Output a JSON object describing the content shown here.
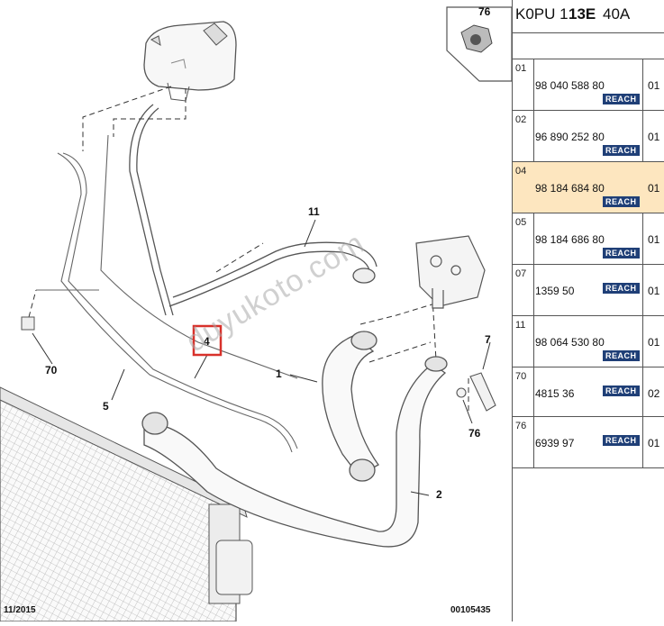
{
  "diagram": {
    "callouts": {
      "c1": "1",
      "c2": "2",
      "c4": "4",
      "c5": "5",
      "c7": "7",
      "c11": "11",
      "c70": "70",
      "c76": "76",
      "inset76": "76"
    },
    "date": "11/2015",
    "doc_number": "00105435",
    "watermark": "duyukoto.com"
  },
  "panel": {
    "header": {
      "code_a": "K0PU 1",
      "code_b": "13E",
      "code_c": "40A"
    },
    "rows": [
      {
        "idx": "01",
        "ref": "98 040 588 80",
        "qty": "01",
        "reach": "REACH"
      },
      {
        "idx": "02",
        "ref": "96 890 252 80",
        "qty": "01",
        "reach": "REACH"
      },
      {
        "idx": "04",
        "ref": "98 184 684 80",
        "qty": "01",
        "reach": "REACH",
        "selected": true
      },
      {
        "idx": "05",
        "ref": "98 184 686 80",
        "qty": "01",
        "reach": "REACH"
      },
      {
        "idx": "07",
        "ref": "1359 50",
        "qty": "01",
        "reach": "REACH"
      },
      {
        "idx": "11",
        "ref": "98 064 530 80",
        "qty": "01",
        "reach": "REACH"
      },
      {
        "idx": "70",
        "ref": "4815 36",
        "qty": "02",
        "reach": "REACH"
      },
      {
        "idx": "76",
        "ref": "6939 97",
        "qty": "01",
        "reach": "REACH"
      }
    ]
  },
  "colors": {
    "selected_row": "#fde6bf",
    "reach_badge": "#1f3f77",
    "highlight_box": "#d8312b"
  }
}
